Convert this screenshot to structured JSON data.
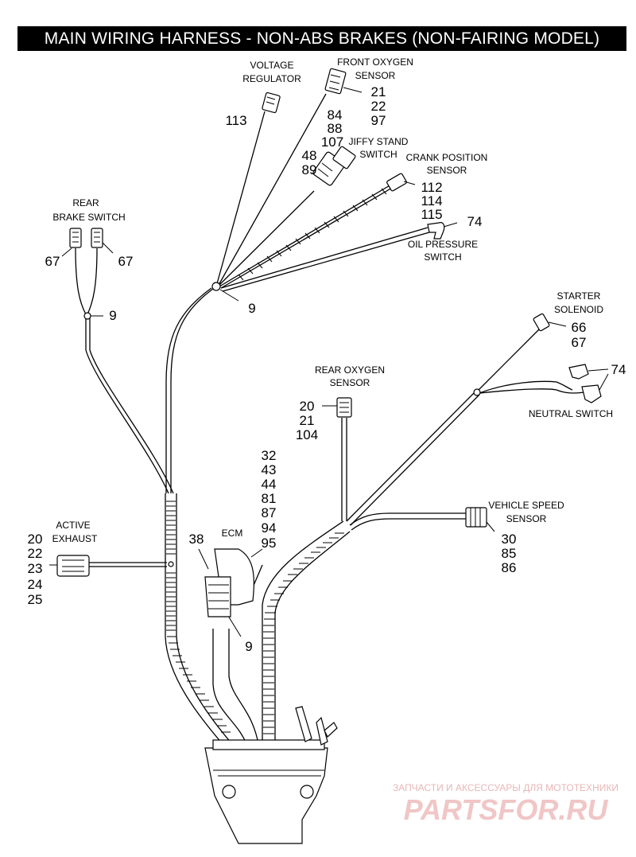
{
  "title": "MAIN WIRING HARNESS - NON-ABS BRAKES (NON-FAIRING MODEL)",
  "labels": {
    "voltage_regulator": [
      "VOLTAGE",
      "REGULATOR"
    ],
    "front_oxygen_sensor": [
      "FRONT OXYGEN",
      "SENSOR"
    ],
    "jiffy_stand_switch": [
      "JIFFY STAND",
      "SWITCH"
    ],
    "crank_position_sensor": [
      "CRANK POSITION",
      "SENSOR"
    ],
    "oil_pressure_switch": [
      "OIL PRESSURE",
      "SWITCH"
    ],
    "rear_brake_switch": [
      "REAR",
      "BRAKE SWITCH"
    ],
    "starter_solenoid": [
      "STARTER",
      "SOLENOID"
    ],
    "neutral_switch": [
      "NEUTRAL SWITCH"
    ],
    "rear_oxygen_sensor": [
      "REAR OXYGEN",
      "SENSOR"
    ],
    "vehicle_speed_sensor": [
      "VEHICLE SPEED",
      "SENSOR"
    ],
    "active_exhaust": [
      "ACTIVE",
      "EXHAUST"
    ],
    "ecm": [
      "ECM"
    ]
  },
  "callouts": {
    "voltage_regulator": [
      "113"
    ],
    "front_oxygen_sensor": [
      "21",
      "22",
      "97"
    ],
    "jiffy_upper": [
      "84",
      "88",
      "107"
    ],
    "jiffy_lower": [
      "48",
      "89"
    ],
    "crank_position_sensor": [
      "112",
      "114",
      "115"
    ],
    "oil_pressure_switch": [
      "74"
    ],
    "rear_brake_left": [
      "67"
    ],
    "rear_brake_right": [
      "67"
    ],
    "rear_brake_clip": [
      "9"
    ],
    "main_clip": [
      "9"
    ],
    "starter_solenoid": [
      "66",
      "67"
    ],
    "neutral_switch": [
      "74"
    ],
    "rear_oxygen_sensor": [
      "20",
      "21",
      "104"
    ],
    "ecm_stack": [
      "32",
      "43",
      "44",
      "81",
      "87",
      "94",
      "95"
    ],
    "ecm_bracket": [
      "38"
    ],
    "ecm_clip": [
      "9"
    ],
    "active_exhaust": [
      "20",
      "22",
      "23",
      "24",
      "25"
    ],
    "vehicle_speed_sensor": [
      "30",
      "85",
      "86"
    ]
  },
  "watermark": {
    "line1": "ЗАПЧАСТИ И АКСЕССУАРЫ ДЛЯ МОТОТЕХНИКИ",
    "line2": "PARTSFOR.RU"
  },
  "colors": {
    "title_bg": "#000000",
    "title_fg": "#ffffff",
    "ink": "#000000",
    "watermark": "#f0c6c6"
  }
}
